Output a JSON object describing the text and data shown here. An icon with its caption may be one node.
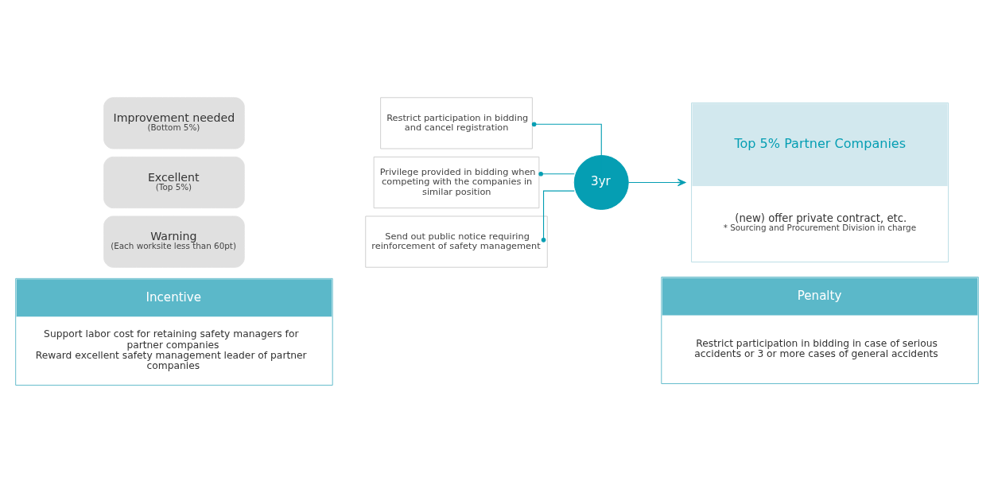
{
  "diagram": {
    "nodes": [
      {
        "text": [
          "Excellent",
          "(Top 5%)"
        ]
      },
      {
        "text": [
          "Privilege provided in bidding when competing with the companies in similar position"
        ]
      },
      {
        "text": [
          "Improvement needed",
          "(Bottom 5%)"
        ]
      },
      {
        "text": [
          "Restrict participation in bidding and cancel registration"
        ]
      },
      {
        "text": [
          "Warning",
          "(Each worksite less than 60pt)"
        ]
      },
      {
        "text": [
          "Send out public notice requiring reinforcement of safety management"
        ]
      },
      {
        "text": [
          "3yr"
        ]
      },
      {
        "text": [
          "Top 5% Partner Companies",
          "(new) offer private contract, etc.",
          "* Sourcing and Procurement Division in charge"
        ]
      },
      {
        "text": [
          "Incentive",
          "Support labor cost for retaining safety managers for partner companies",
          "Reward excellent safety management leader of partner companies"
        ]
      },
      {
        "text": [
          "Penalty",
          "Restrict participation in bidding in case of serious accidents or 3 or more cases of general accidents"
        ]
      }
    ],
    "edges": [
      {
        "from": 1,
        "to": 6,
        "arrow": "other"
      },
      {
        "from": 3,
        "to": 6,
        "arrow": "other"
      },
      {
        "from": 5,
        "to": 6,
        "arrow": "other"
      },
      {
        "from": 6,
        "to": 7,
        "arrow": "to"
      }
    ]
  }
}
